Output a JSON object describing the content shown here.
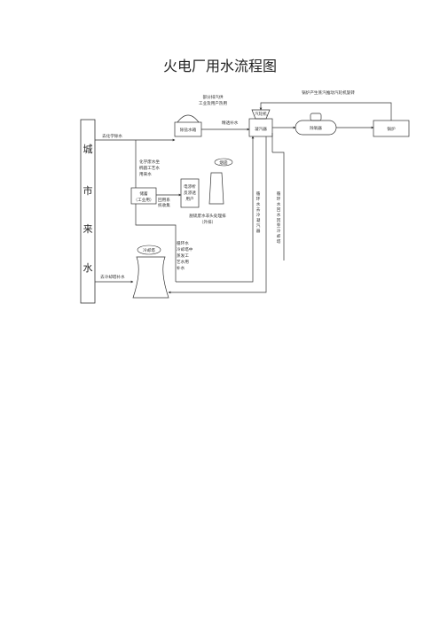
{
  "title": "火电厂用水流程图",
  "city_water": [
    "城",
    "市",
    "来",
    "水"
  ],
  "labels": {
    "desalt_water": "去化学除水",
    "circ_makeup_water": "去冷却塔补水",
    "demin_station": "除盐水箱",
    "makeup_water": "精透补水",
    "partial_steam_1": "部分排汽供",
    "partial_steam_2": "工业及用户热用",
    "boiler_top": "锅炉产生蒸汽推动汽轮机旋转",
    "turbine": "汽轮机",
    "condenser": "凝汽器",
    "drum": "除氧器",
    "boiler": "锅炉",
    "chem_waste": [
      "化学废水坐",
      "椭圆工艺水",
      "用来水"
    ],
    "clarifier": [
      "储蓄",
      "（工业用）"
    ],
    "reuse": [
      "回用系",
      "统收集"
    ],
    "treat": [
      "电渗析",
      "反渗透",
      "用户"
    ],
    "smoke_small": "烟囱",
    "smoke_big": "冷却塔",
    "discharge": [
      "脱硫废水非头处理排",
      "（外排）"
    ],
    "circ_cooling": [
      "循环水",
      "冷却塔中",
      "蒸发工",
      "艺水用",
      "补水"
    ],
    "cond_return": [
      "循",
      "环",
      "水",
      "去",
      "冷",
      "凝",
      "汽",
      "器"
    ],
    "circ_back": [
      "循",
      "环",
      "水",
      "回",
      "水",
      "回",
      "至",
      "冷",
      "却",
      "塔"
    ]
  }
}
